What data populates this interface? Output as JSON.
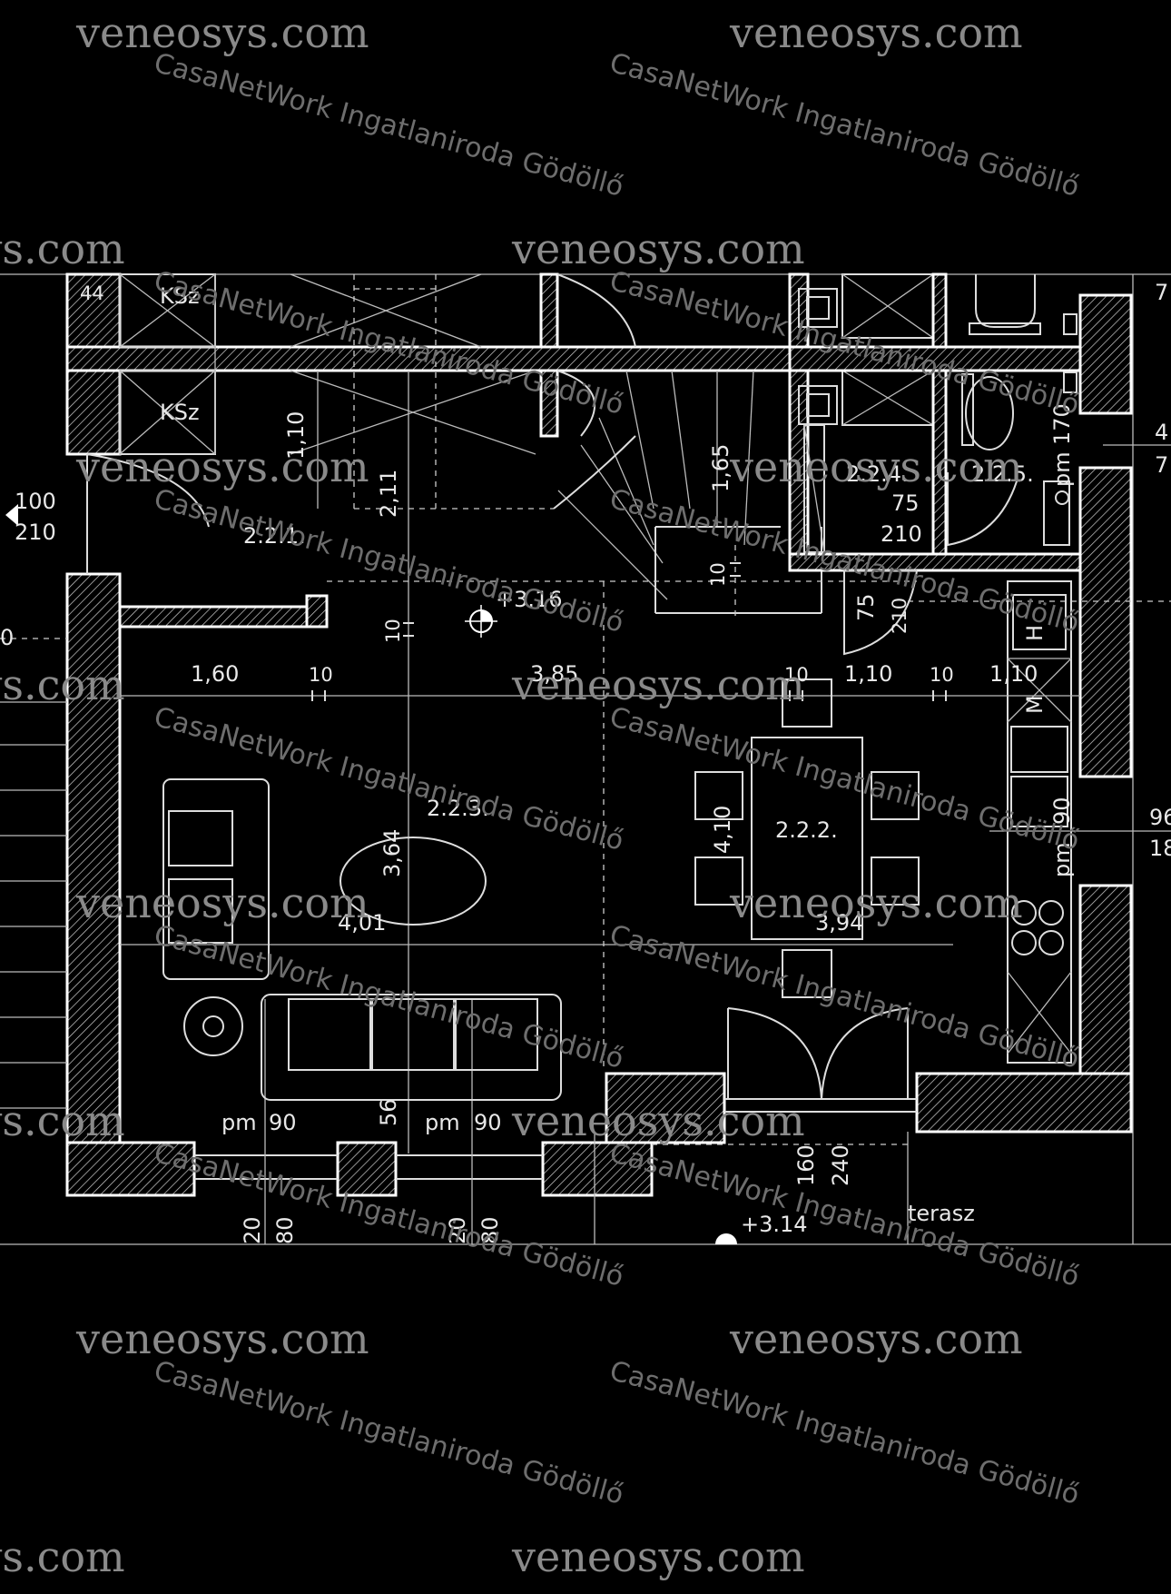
{
  "watermarks": {
    "site": "veneosys.com",
    "agency": "CasaNetWork Ingatlaniroda Gödöllő"
  },
  "rooms": {
    "anteroom": "2.2.1.",
    "dining": "2.2.2.",
    "living": "2.2.3.",
    "storage": "2.2.4.",
    "bathroom": "2.2.5."
  },
  "shafts": {
    "upper": "KSz",
    "lower": "KSz"
  },
  "levels": {
    "main": "+3.16",
    "terrace": "+3.14"
  },
  "terrace_label": "terasz",
  "appliances": {
    "fridge": "H",
    "dishwasher": "M"
  },
  "dimensions": {
    "wall_thickness": "44",
    "entrance_door_w": "100",
    "entrance_door_h": "210",
    "edge_left": "0",
    "stair_width": "1,10",
    "stair_left_run": "2,11",
    "stair_right_run": "1,65",
    "partition_a": "10",
    "partition_b": "10",
    "partition_c": "10",
    "partition_d": "10",
    "partition_e": "10",
    "hall_width": "1,60",
    "living_length": "3,85",
    "pantry_width": "1,10",
    "bath_width": "1,10",
    "storage_door_w": "75",
    "storage_door_h": "210",
    "side_door_w": "75",
    "side_door_h": "210",
    "bath_window_parapet": "pm",
    "bath_window_h": "170",
    "living_width": "3,64",
    "living_depth": "4,01",
    "dining_width": "4,10",
    "dining_depth": "3,94",
    "kitchen_window_parapet": "pm",
    "kitchen_window_h": "90",
    "window_1_parapet": "pm",
    "window_1_h": "90",
    "window_2_parapet": "pm",
    "window_2_h": "90",
    "pier": "56",
    "terrace_door_w": "160",
    "terrace_door_h": "240",
    "bottom_1a": "20",
    "bottom_1b": "80",
    "bottom_2a": "20",
    "bottom_2b": "80",
    "edge_right_top": "7",
    "edge_right_mid_a": "4",
    "edge_right_mid_b": "7",
    "edge_right_low_a": "96",
    "edge_right_low_b": "18"
  }
}
